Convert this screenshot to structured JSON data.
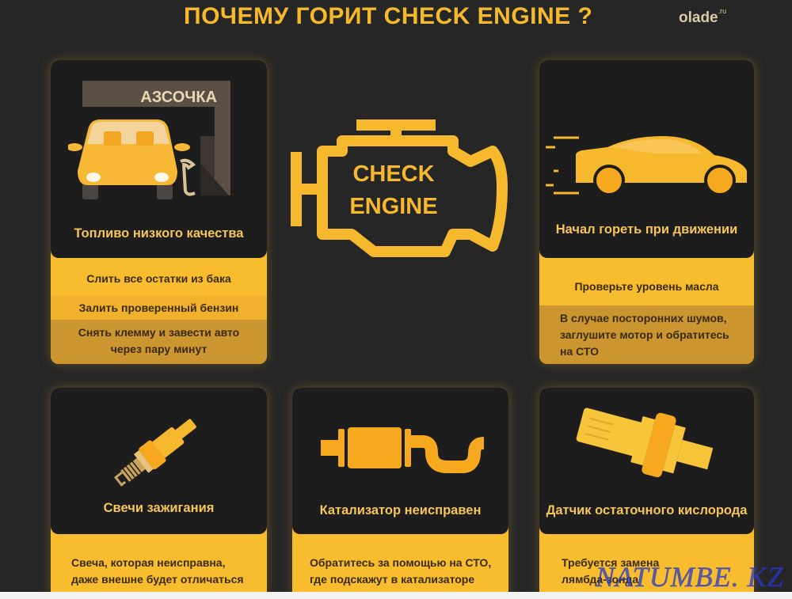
{
  "header": {
    "title": "ПОЧЕМУ ГОРИТ CHECK ENGINE ?",
    "logo": "olade",
    "logo_suffix": ".ru"
  },
  "center_icon": {
    "name": "check-engine-icon",
    "line1": "CHECK",
    "line2": "ENGINE"
  },
  "cards": [
    {
      "icon": "car-at-gas-station-icon",
      "sign_text": "АЗСОЧКА",
      "title": "Топливо низкого качества",
      "tips": [
        "Слить все остатки из бака",
        "Залить проверенный бензин",
        "Снять клемму и завести авто через пару минут"
      ]
    },
    {
      "icon": "moving-car-icon",
      "title": "Начал гореть при движении",
      "tips": [
        "Проверьте уровень масла",
        "В случае посторонних шумов, заглушите мотор и обратитесь на СТО"
      ]
    },
    {
      "icon": "spark-plug-icon",
      "title": "Свечи зажигания",
      "tips": [
        "Свеча, которая неисправна, даже внешне будет отличаться"
      ]
    },
    {
      "icon": "catalytic-converter-icon",
      "title": "Катализатор неисправен",
      "tips": [
        "Обратитесь за помощью на СТО, где подскажут в катализаторе"
      ]
    },
    {
      "icon": "oxygen-sensor-icon",
      "title": "Датчик остаточного кислорода",
      "tips": [
        "Требуется замена лямбда-зонда"
      ]
    }
  ],
  "watermark": "NATUMBE. KZ",
  "colors": {
    "background": "#262626",
    "accent": "#f5b82b",
    "card_dark": "#1d1d1d",
    "title_text": "#f5c55a"
  }
}
